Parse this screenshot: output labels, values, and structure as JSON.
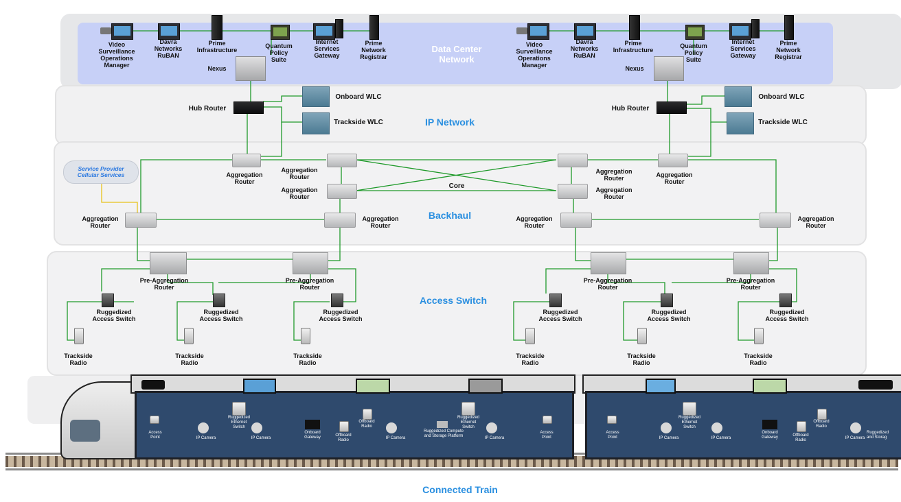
{
  "tiers": {
    "data_center": "Data Center\nNetwork",
    "ip": "IP Network",
    "backhaul": "Backhaul",
    "access": "Access Switch",
    "train": "Connected Train"
  },
  "dc_devices": {
    "vsom": "Video\nSurveillance\nOperations\nManager",
    "davra": "Davra\nNetworks\nRuBAN",
    "prime_infra": "Prime\nInfrastructure",
    "qps": "Quantum\nPolicy\nSuite",
    "isg": "Internet\nServices\nGateway",
    "pnr": "Prime\nNetwork\nRegistrar",
    "nexus": "Nexus"
  },
  "ip_devices": {
    "hub_router": "Hub Router",
    "onboard_wlc": "Onboard WLC",
    "trackside_wlc": "Trackside WLC"
  },
  "backhaul": {
    "aggregation_router": "Aggregation\nRouter",
    "core": "Core",
    "cloud": "Service Provider\nCellular Services"
  },
  "access": {
    "pre_aggregation_router": "Pre-Aggregation\nRouter",
    "ruggedized_access_switch": "Ruggedized\nAccess Switch",
    "trackside_radio": "Trackside\nRadio"
  },
  "train": {
    "access_point": "Access\nPoint",
    "ip_camera": "IP Camera",
    "ruggedized_ethernet_switch": "Ruggedized\nEthernet\nSwitch",
    "onboard_gateway": "Onboard\nGateway",
    "offboard_radio": "Offboard\nRadio",
    "compute_storage": "Ruggedized Compute\nand Storage Platform",
    "compute_storage_cut": "Ruggedized\nand Storag"
  },
  "colors": {
    "link": "#1f9a2a",
    "cellular_link": "#e8c21a",
    "tier_title": "#2a8fe0",
    "dc_band": "#c7d0f7",
    "train_body": "#2f4a6d"
  }
}
